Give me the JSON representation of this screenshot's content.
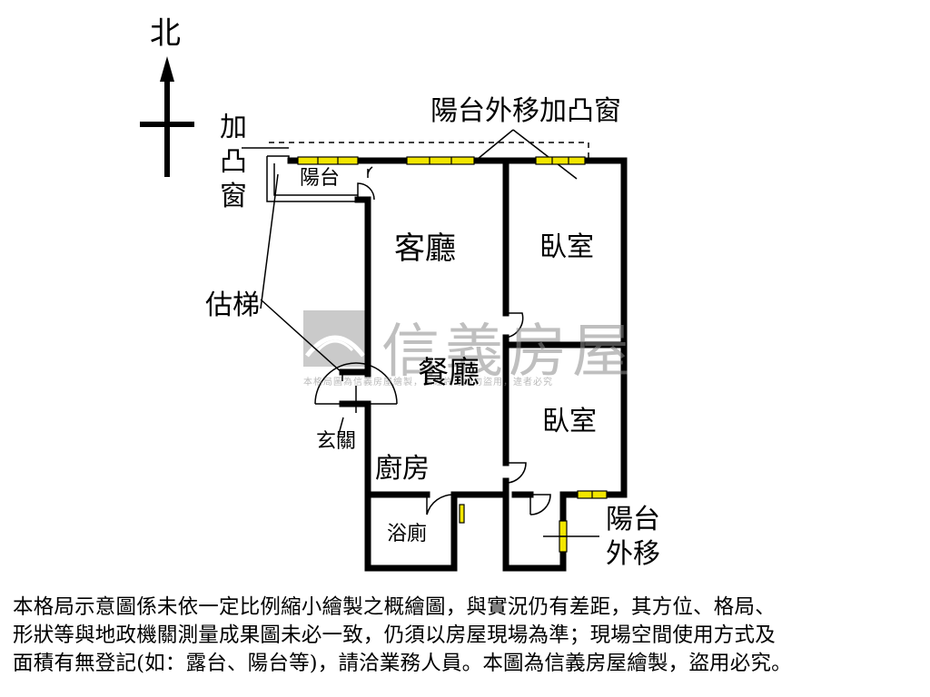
{
  "compass": {
    "north": "北"
  },
  "rooms": {
    "living": "客廳",
    "dining": "餐廳",
    "bedroom_top": "臥室",
    "bedroom_bottom": "臥室",
    "kitchen": "廚房",
    "bathroom": "浴廁",
    "balcony": "陽台",
    "entrance": "玄關"
  },
  "annotations": {
    "bay_window_vertical": [
      "加",
      "凸",
      "窗"
    ],
    "balcony_moved_bay": "陽台外移加凸窗",
    "estimated_stairs": "估梯",
    "balcony_moved_line1": "陽台",
    "balcony_moved_line2": "外移"
  },
  "watermark": {
    "brand": "信義房屋",
    "small_text": "本格局圖為信義房屋繪製，未經許可請勿盜用，違者必究"
  },
  "disclaimer": [
    "本格局示意圖係未依一定比例縮小繪製之概繪圖，與實況仍有差距，其方位、格局、",
    "形狀等與地政機關測量成果圖未必一致，仍須以房屋現場為準；現場空間使用方式及",
    "面積有無登記(如：露台、陽台等)，請洽業務人員。本圖為信義房屋繪製，盜用必究。"
  ],
  "colors": {
    "wall": "#000000",
    "window": "#f2e600",
    "watermark": "#8c8c8c"
  }
}
